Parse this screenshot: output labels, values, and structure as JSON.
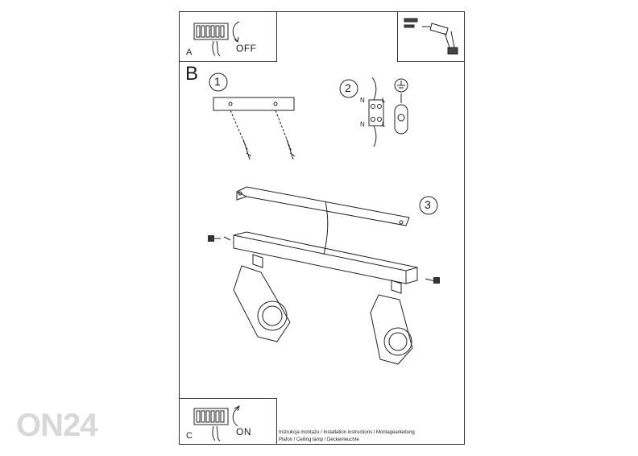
{
  "sections": {
    "a": {
      "letter": "A",
      "switch_text": "OFF"
    },
    "b": {
      "letter": "B",
      "steps": [
        "1",
        "2",
        "3"
      ]
    },
    "c": {
      "letter": "C",
      "switch_text": "ON"
    }
  },
  "wiring": {
    "n": "N",
    "l": "L"
  },
  "footer": {
    "line1": "Instrukcja montażu / Installation instructions / Montageanleitung",
    "line2": "Plafon / Ceiling lamp / Deckenleuchte"
  },
  "watermark": "ON24"
}
